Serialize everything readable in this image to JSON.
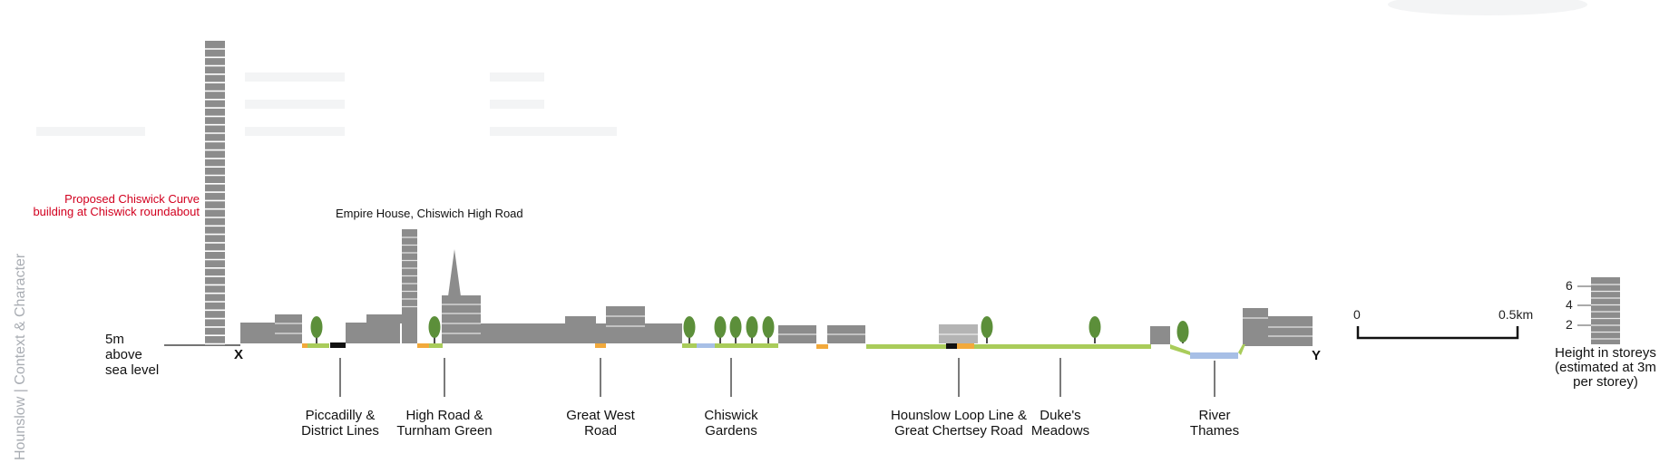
{
  "side_title": "Hounslow | Context & Character",
  "annotations": {
    "chiswick_curve": [
      "Proposed Chiswick Curve",
      "building at Chiswick roundabout"
    ],
    "empire_house": "Empire House, Chiswich High Road",
    "sea_level": [
      "5m",
      "above",
      "sea level"
    ]
  },
  "section_markers": {
    "start": "X",
    "end": "Y"
  },
  "locations": [
    {
      "lines": [
        "Piccadilly &",
        "District Lines"
      ]
    },
    {
      "lines": [
        "High Road &",
        "Turnham Green"
      ]
    },
    {
      "lines": [
        "Great West",
        "Road"
      ]
    },
    {
      "lines": [
        "Chiswick",
        "Gardens"
      ]
    },
    {
      "lines": [
        "Hounslow Loop Line &",
        "Great Chertsey Road"
      ]
    },
    {
      "lines": [
        "Duke's",
        "Meadows"
      ]
    },
    {
      "lines": [
        "River",
        "Thames"
      ]
    }
  ],
  "scale_bar": {
    "start_label": "0",
    "end_label": "0.5km"
  },
  "storey_key": {
    "ticks": [
      "6",
      "4",
      "2"
    ],
    "caption": [
      "Height in storeys",
      "(estimated at 3m",
      "per storey)"
    ]
  },
  "colors": {
    "building": "#8c8c8c",
    "building_light": "#b4b4b4",
    "tree": "#5c8f3a",
    "green_space": "#a9cc5a",
    "road": "#f2a93b",
    "water": "#a7bfe6",
    "rail": "#111111",
    "highlight_text": "#d2001f"
  }
}
